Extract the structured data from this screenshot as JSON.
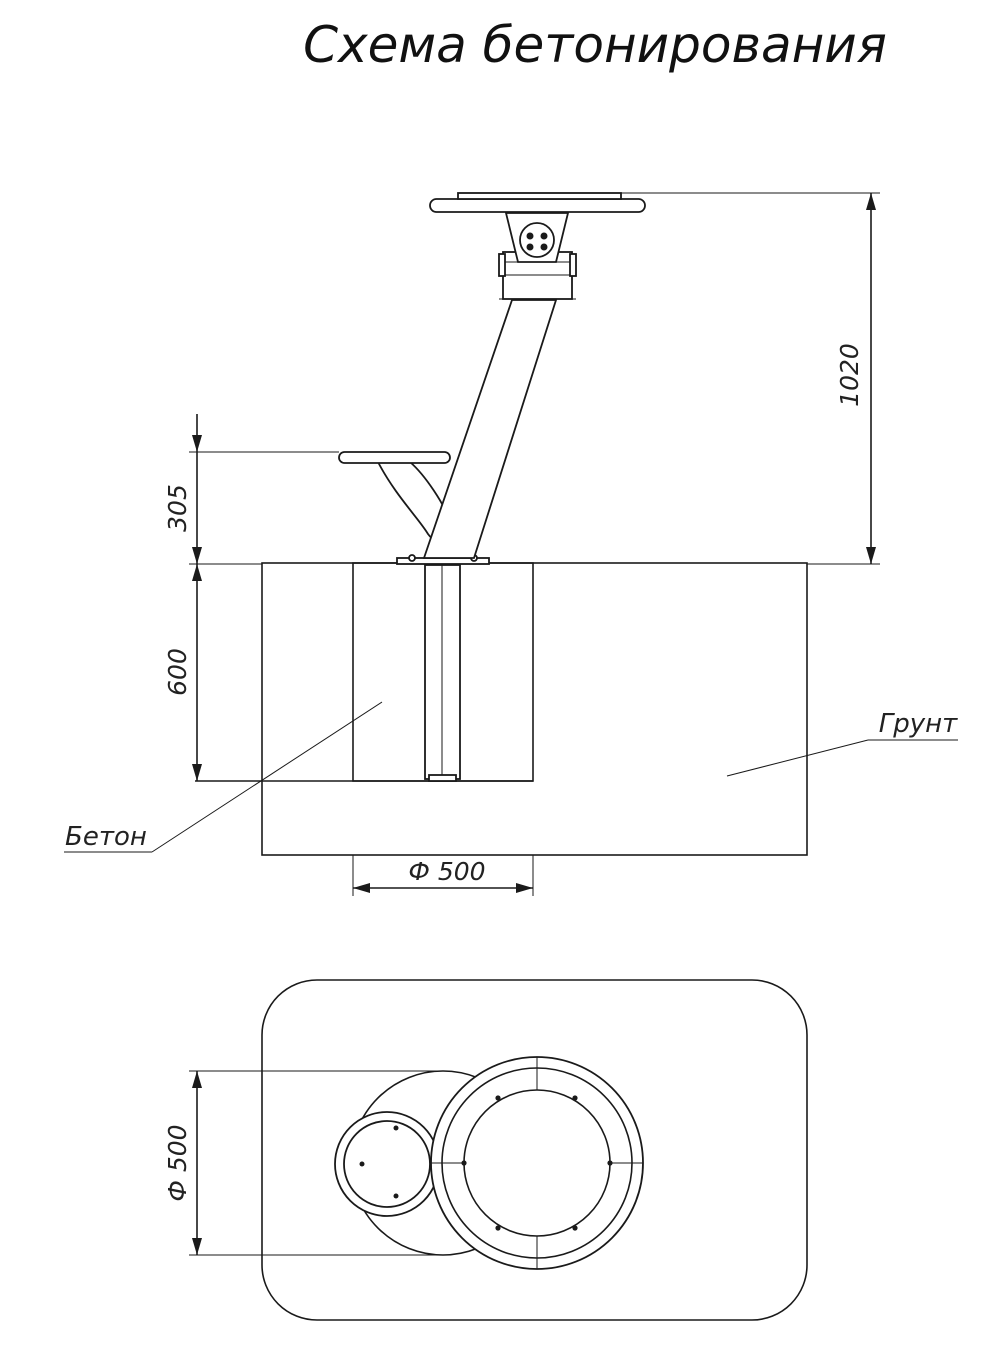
{
  "title": "Схема бетонирования",
  "dimensions": {
    "total_height": "1020",
    "seat_height": "305",
    "depth": "600",
    "diameter_side": "Ф 500",
    "diameter_plan": "Ф 500"
  },
  "labels": {
    "soil": "Грунт",
    "concrete": "Бетон"
  },
  "colors": {
    "line": "#1a1a1a",
    "background": "#ffffff"
  }
}
